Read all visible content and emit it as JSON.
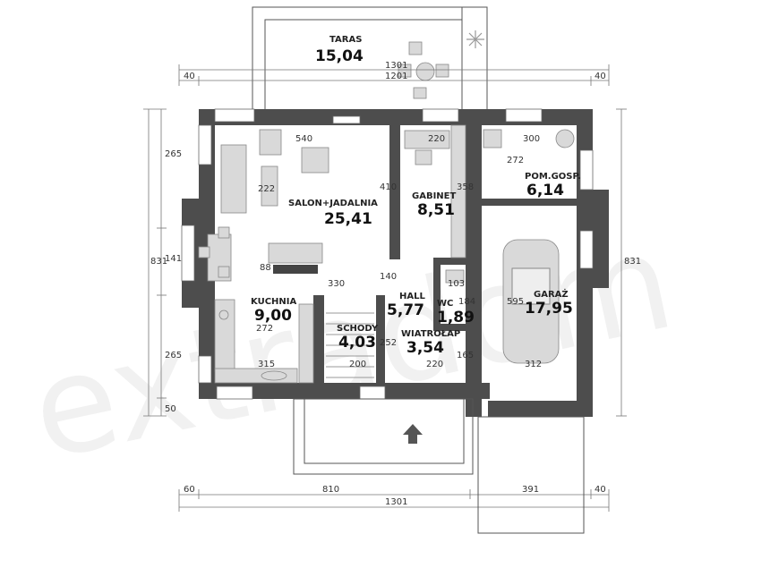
{
  "watermark": "extradom",
  "rooms": {
    "taras": {
      "name": "TARAS",
      "area": "15,04"
    },
    "salon": {
      "name": "SALON+JADALNIA",
      "area": "25,41"
    },
    "gabinet": {
      "name": "GABINET",
      "area": "8,51"
    },
    "pomgosp": {
      "name": "POM.GOSP.",
      "area": "6,14"
    },
    "kuchnia": {
      "name": "KUCHNIA",
      "area": "9,00"
    },
    "hall": {
      "name": "HALL",
      "area": "5,77"
    },
    "wc": {
      "name": "WC",
      "area": "1,89"
    },
    "schody": {
      "name": "SCHODY",
      "area": "4,03"
    },
    "wiatrolap": {
      "name": "WIATROŁAP",
      "area": "3,54"
    },
    "garaz": {
      "name": "GARAŻ",
      "area": "17,95"
    }
  },
  "dimensions": {
    "top_1301": "1301",
    "top_1201": "1201",
    "top_40_left": "40",
    "top_40_right": "40",
    "bottom_60": "60",
    "bottom_810": "810",
    "bottom_391": "391",
    "bottom_40": "40",
    "bottom_1301": "1301",
    "left_265_top": "265",
    "left_141": "141",
    "left_265_bottom": "265",
    "left_50": "50",
    "left_831": "831",
    "right_831": "831",
    "d540": "540",
    "d220_gab": "220",
    "d300": "300",
    "d272": "272",
    "d410_salon": "410",
    "d358": "358",
    "d222": "222",
    "d330": "330",
    "d140": "140",
    "d103": "103",
    "d88": "88",
    "d272_kitchen": "272",
    "d315": "315",
    "d200": "200",
    "d252": "252",
    "d220_wiat": "220",
    "d165": "165",
    "d184": "184",
    "d312": "312",
    "d595": "595"
  }
}
